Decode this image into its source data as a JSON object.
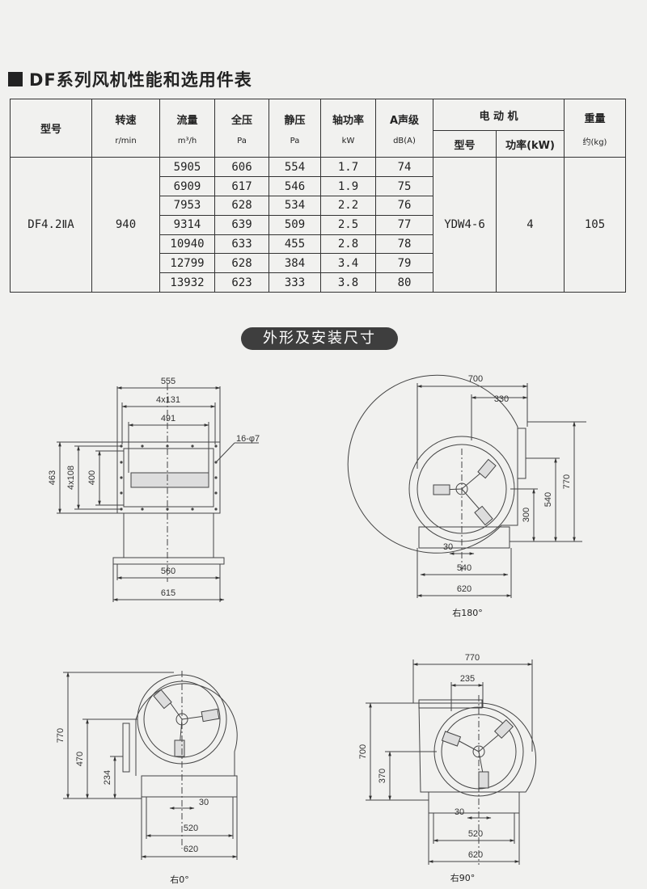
{
  "heading": "DF系列风机性能和选用件表",
  "table": {
    "headers": {
      "model": "型号",
      "speed": "转速",
      "speed_unit": "r/min",
      "flow": "流量",
      "flow_unit": "m³/h",
      "total_pressure": "全压",
      "total_pressure_unit": "Pa",
      "static_pressure": "静压",
      "static_pressure_unit": "Pa",
      "shaft_power": "轴功率",
      "shaft_power_unit": "kW",
      "noise": "A声级",
      "noise_unit": "dB(A)",
      "motor": "电  动  机",
      "motor_model": "型号",
      "motor_power": "功率(kW)",
      "weight": "重量",
      "weight_unit": "约(kg)"
    },
    "model": "DF4.2ⅡA",
    "speed": "940",
    "motor_model": "YDW4-6",
    "motor_power": "4",
    "weight": "105",
    "rows": [
      [
        "5905",
        "606",
        "554",
        "1.7",
        "74"
      ],
      [
        "6909",
        "617",
        "546",
        "1.9",
        "75"
      ],
      [
        "7953",
        "628",
        "534",
        "2.2",
        "76"
      ],
      [
        "9314",
        "639",
        "509",
        "2.5",
        "77"
      ],
      [
        "10940",
        "633",
        "455",
        "2.8",
        "78"
      ],
      [
        "12799",
        "628",
        "384",
        "3.4",
        "79"
      ],
      [
        "13932",
        "623",
        "333",
        "3.8",
        "80"
      ]
    ]
  },
  "section_title": "外形及安装尺寸",
  "front_view": {
    "dim_555": "555",
    "dim_4x131": "4x131",
    "dim_491": "491",
    "dim_holes": "16-φ7",
    "dim_463": "463",
    "dim_4x108": "4x108",
    "dim_400": "400",
    "dim_560": "560",
    "dim_615": "615"
  },
  "view_right180": {
    "caption": "右180°",
    "dim_700": "700",
    "dim_330": "330",
    "dim_770": "770",
    "dim_540_v": "540",
    "dim_300": "300",
    "dim_30": "30",
    "dim_540_h": "540",
    "dim_620": "620"
  },
  "view_right0": {
    "caption": "右0°",
    "dim_770": "770",
    "dim_470": "470",
    "dim_234": "234",
    "dim_30": "30",
    "dim_520": "520",
    "dim_620": "620"
  },
  "view_right90": {
    "caption": "右90°",
    "dim_770": "770",
    "dim_235": "235",
    "dim_700": "700",
    "dim_370": "370",
    "dim_30": "30",
    "dim_520": "520",
    "dim_620": "620"
  }
}
